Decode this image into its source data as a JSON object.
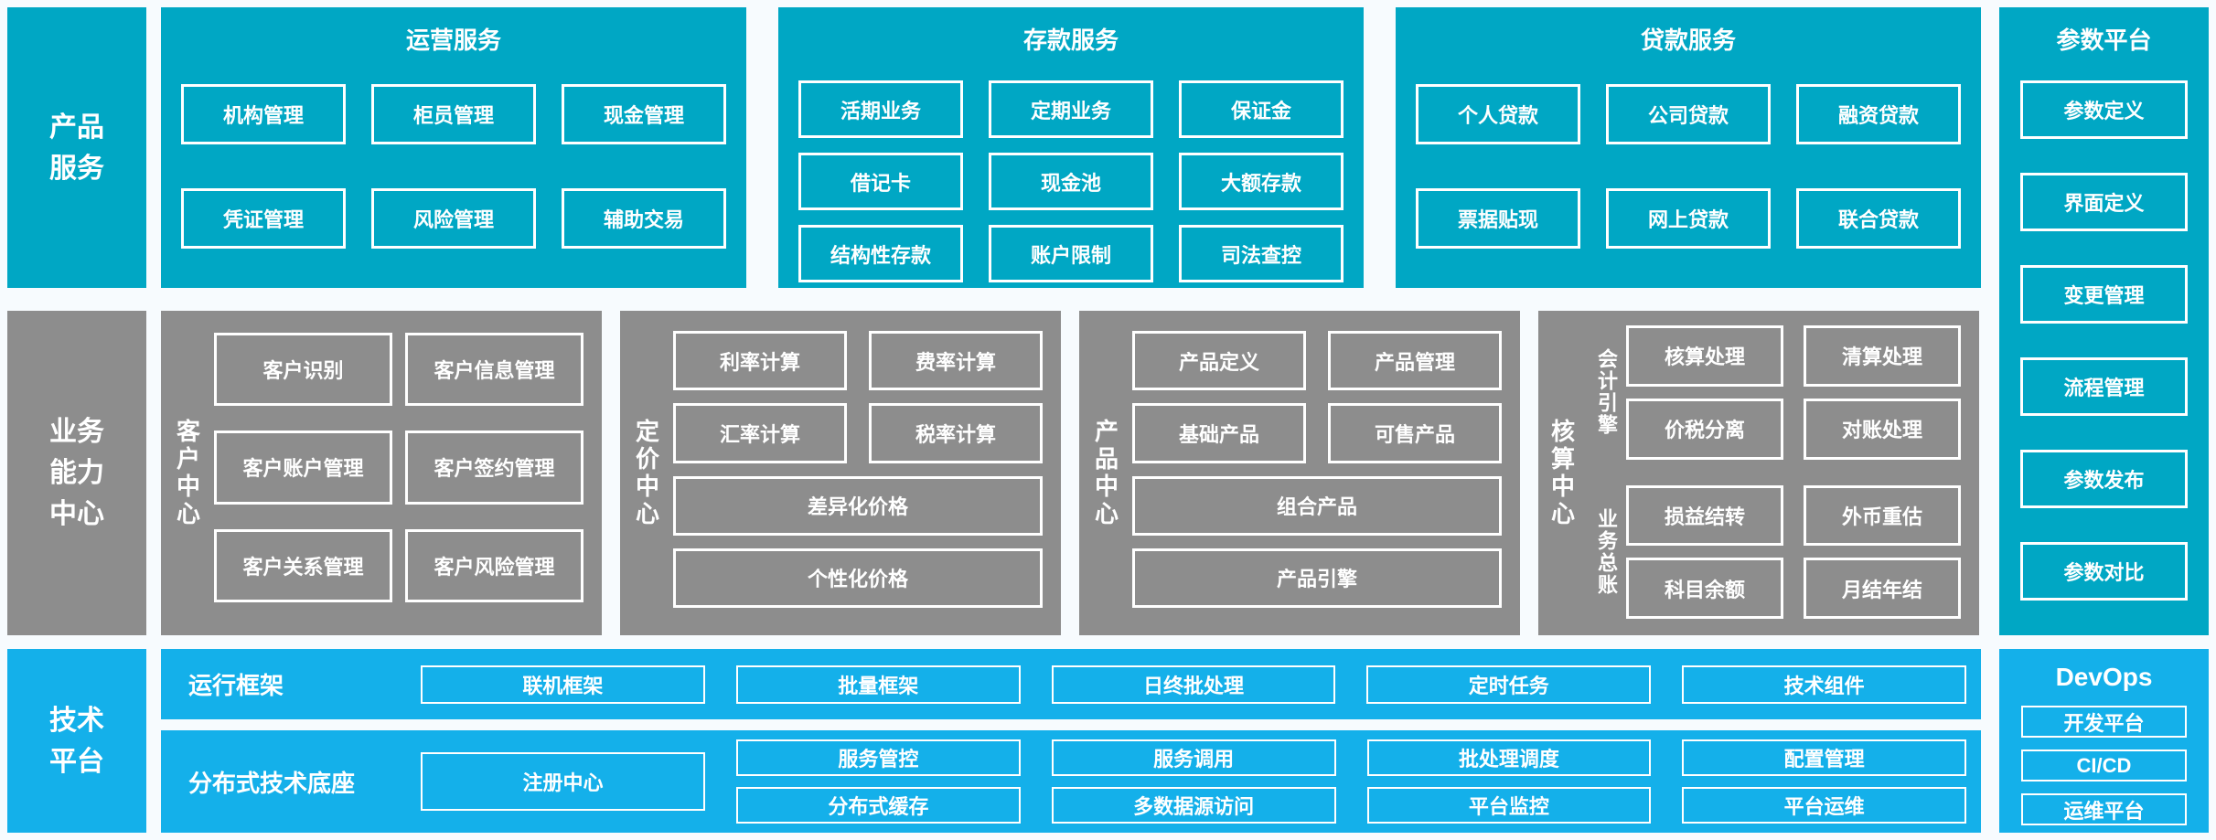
{
  "colors": {
    "teal": "#00A7C4",
    "gray": "#8D8D8D",
    "blue": "#14B0EA",
    "background": "#F7FBFE",
    "box_border": "#FFFFFF"
  },
  "product_row": {
    "side_label_lines": [
      "产品",
      "服务"
    ],
    "operations": {
      "title": "运营服务",
      "items": [
        "机构管理",
        "柜员管理",
        "现金管理",
        "凭证管理",
        "风险管理",
        "辅助交易"
      ]
    },
    "deposit": {
      "title": "存款服务",
      "items": [
        "活期业务",
        "定期业务",
        "保证金",
        "借记卡",
        "现金池",
        "大额存款",
        "结构性存款",
        "账户限制",
        "司法查控"
      ]
    },
    "loan": {
      "title": "贷款服务",
      "items": [
        "个人贷款",
        "公司贷款",
        "融资贷款",
        "票据贴现",
        "网上贷款",
        "联合贷款"
      ]
    }
  },
  "capability_row": {
    "side_label_lines": [
      "业务",
      "能力",
      "中心"
    ],
    "customer": {
      "label": "客户中心",
      "items": [
        "客户识别",
        "客户信息管理",
        "客户账户管理",
        "客户签约管理",
        "客户关系管理",
        "客户风险管理"
      ]
    },
    "pricing": {
      "label": "定价中心",
      "items": [
        "利率计算",
        "费率计算",
        "汇率计算",
        "税率计算"
      ],
      "wide": [
        "差异化价格",
        "个性化价格"
      ]
    },
    "product": {
      "label": "产品中心",
      "items": [
        "产品定义",
        "产品管理",
        "基础产品",
        "可售产品"
      ],
      "wide": [
        "组合产品",
        "产品引擎"
      ]
    },
    "accounting": {
      "label": "核算中心",
      "engine": {
        "label": "会计引擎",
        "items": [
          "核算处理",
          "清算处理",
          "价税分离",
          "对账处理"
        ]
      },
      "ledger": {
        "label": "业务总账",
        "items": [
          "损益结转",
          "外币重估",
          "科目余额",
          "月结年结"
        ]
      }
    }
  },
  "tech_row": {
    "side_label_lines": [
      "技术",
      "平台"
    ],
    "runtime": {
      "label": "运行框架",
      "items": [
        "联机框架",
        "批量框架",
        "日终批处理",
        "定时任务",
        "技术组件"
      ]
    },
    "base": {
      "label": "分布式技术底座",
      "registry": "注册中心",
      "items": [
        "服务管控",
        "服务调用",
        "批处理调度",
        "配置管理",
        "分布式缓存",
        "多数据源访问",
        "平台监控",
        "平台运维"
      ]
    }
  },
  "param_platform": {
    "title": "参数平台",
    "items": [
      "参数定义",
      "界面定义",
      "变更管理",
      "流程管理",
      "参数发布",
      "参数对比"
    ]
  },
  "devops": {
    "title": "DevOps",
    "items": [
      "开发平台",
      "CI/CD",
      "运维平台"
    ]
  }
}
